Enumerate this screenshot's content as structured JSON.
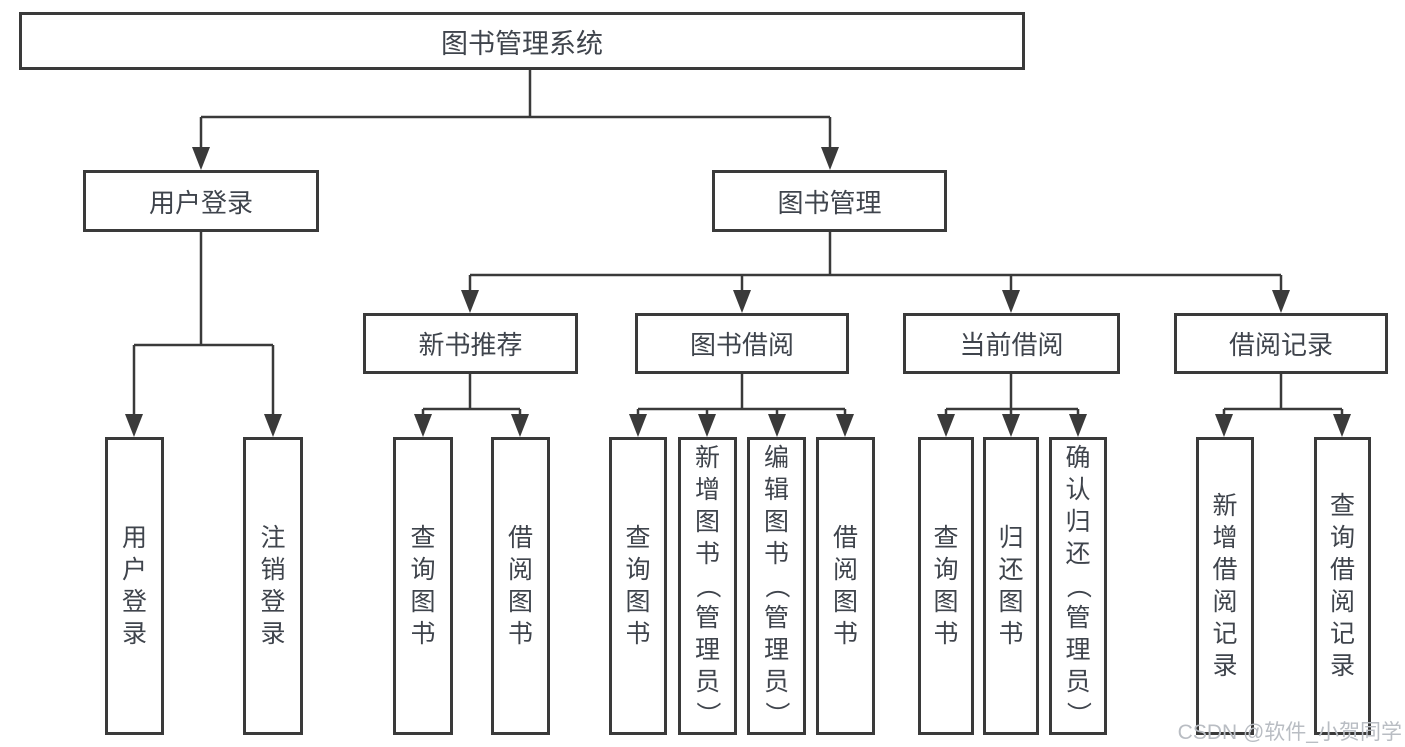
{
  "tree": {
    "root": {
      "label": "图书管理系统",
      "children": [
        {
          "label": "用户登录",
          "children": [
            {
              "label": "用户登录"
            },
            {
              "label": "注销登录"
            }
          ]
        },
        {
          "label": "图书管理",
          "children": [
            {
              "label": "新书推荐",
              "children": [
                {
                  "label": "查询图书"
                },
                {
                  "label": "借阅图书"
                }
              ]
            },
            {
              "label": "图书借阅",
              "children": [
                {
                  "label": "查询图书"
                },
                {
                  "label": "新增图书（管理员）"
                },
                {
                  "label": "编辑图书（管理员）"
                },
                {
                  "label": "借阅图书"
                }
              ]
            },
            {
              "label": "当前借阅",
              "children": [
                {
                  "label": "查询图书"
                },
                {
                  "label": "归还图书"
                },
                {
                  "label": "确认归还（管理员）"
                }
              ]
            },
            {
              "label": "借阅记录",
              "children": [
                {
                  "label": "新增借阅记录"
                },
                {
                  "label": "查询借阅记录"
                }
              ]
            }
          ]
        }
      ]
    }
  },
  "watermark": {
    "text": "CSDN @软件_小贺同学"
  },
  "colors": {
    "line": "#3a3a3a",
    "node_text": "#3f444c",
    "watermark": "#b9bdc3",
    "background": "#ffffff"
  }
}
